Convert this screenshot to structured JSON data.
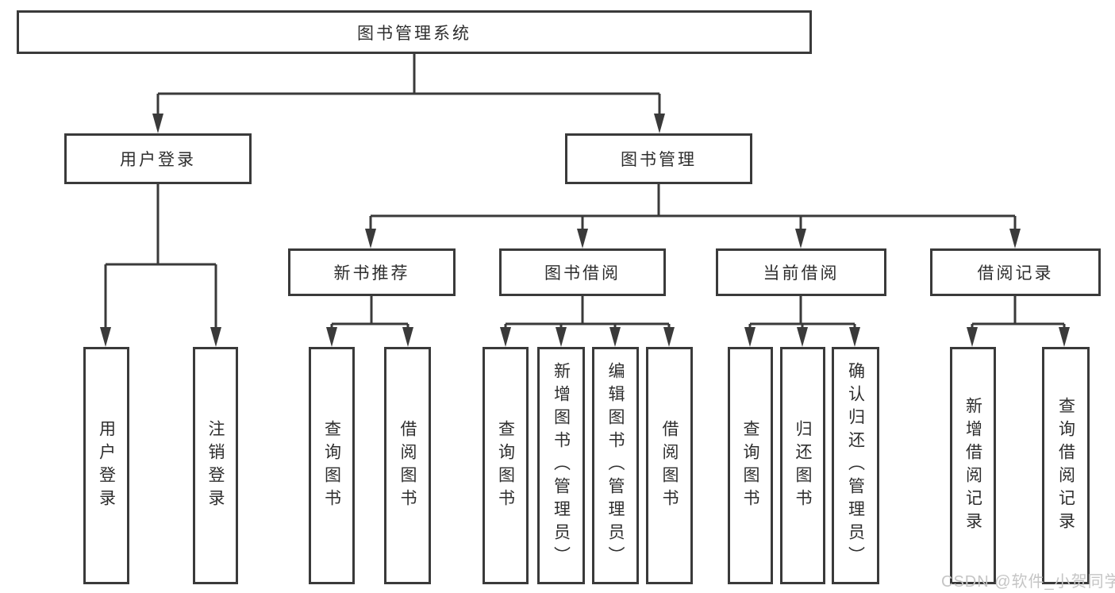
{
  "colors": {
    "line": "#3a3a3a",
    "box_border": "#3a3a3a",
    "box_fill": "#ffffff",
    "text": "#2e2e2e",
    "watermark": "#c5c5c5",
    "background": "#ffffff"
  },
  "watermark": "CSDN @软件_小贺同学",
  "tree": {
    "label": "图书管理系统",
    "children": [
      {
        "label": "用户登录",
        "children": [
          {
            "label": "用户登录"
          },
          {
            "label": "注销登录"
          }
        ]
      },
      {
        "label": "图书管理",
        "children": [
          {
            "label": "新书推荐",
            "children": [
              {
                "label": "查询图书"
              },
              {
                "label": "借阅图书"
              }
            ]
          },
          {
            "label": "图书借阅",
            "children": [
              {
                "label": "查询图书"
              },
              {
                "label": "新增图书（管理员）"
              },
              {
                "label": "编辑图书（管理员）"
              },
              {
                "label": "借阅图书"
              }
            ]
          },
          {
            "label": "当前借阅",
            "children": [
              {
                "label": "查询图书"
              },
              {
                "label": "归还图书"
              },
              {
                "label": "确认归还（管理员）"
              }
            ]
          },
          {
            "label": "借阅记录",
            "children": [
              {
                "label": "新增借阅记录"
              },
              {
                "label": "查询借阅记录"
              }
            ]
          }
        ]
      }
    ]
  }
}
